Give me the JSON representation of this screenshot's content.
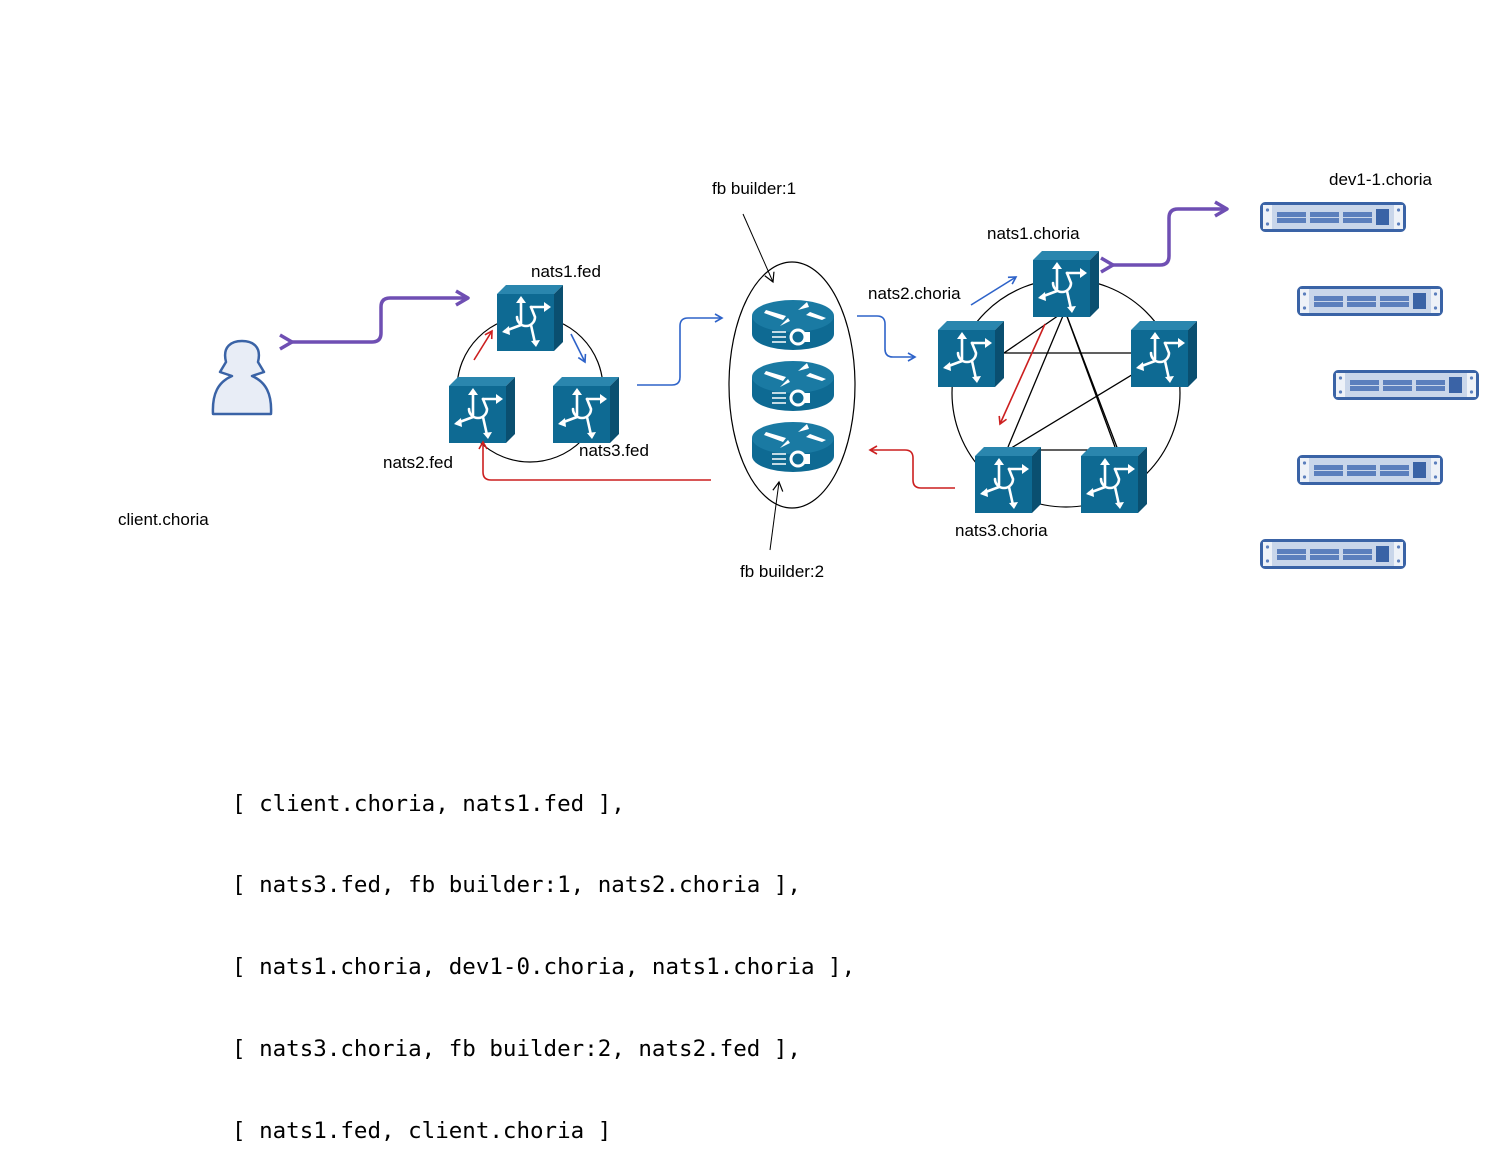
{
  "nodes": {
    "client": "client.choria",
    "nats1_fed": "nats1.fed",
    "nats2_fed": "nats2.fed",
    "nats3_fed": "nats3.fed",
    "fb_builder_1": "fb builder:1",
    "fb_builder_2": "fb builder:2",
    "nats1_choria": "nats1.choria",
    "nats2_choria": "nats2.choria",
    "nats3_choria": "nats3.choria",
    "dev_server": "dev1-1.choria"
  },
  "icons": {
    "client": "user-icon",
    "nats_node": "switch-cube-icon",
    "fb_builder": "router-icon",
    "dev_server": "server-rack-icon"
  },
  "colors": {
    "device_blue": "#0e6a93",
    "device_dark": "#0a4f70",
    "device_light": "#2a86ae",
    "request_flow": "#2e63c9",
    "reply_flow": "#cc1f1f",
    "client_link": "#6f4fb3",
    "server_fill": "#c9d6ea",
    "server_border": "#3a63a6",
    "user_fill": "#e8edf6",
    "user_stroke": "#3a63a6"
  },
  "route_list": [
    "[ client.choria, nats1.fed ],",
    "[ nats3.fed, fb builder:1, nats2.choria ],",
    "[ nats1.choria, dev1-0.choria, nats1.choria ],",
    "[ nats3.choria, fb builder:2, nats2.fed ],",
    "[ nats1.fed, client.choria ]"
  ]
}
